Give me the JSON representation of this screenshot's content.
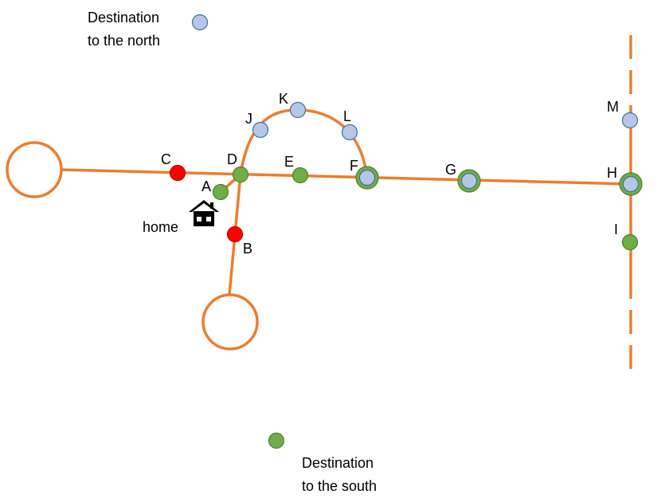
{
  "colors": {
    "road": "#ED7D31",
    "north_dot": "#B4C7E7",
    "south_dot": "#70AD47",
    "blocked_dot": "#FF0000",
    "dot_stroke": "#41719C",
    "green_stroke": "#507E32",
    "red_stroke": "#C00000"
  },
  "legend": {
    "north_line1": "Destination",
    "north_line2": "to the north",
    "south_line1": "Destination",
    "south_line2": "to the south"
  },
  "home_label": "home",
  "home_icon": "house-icon",
  "points": {
    "A": "A",
    "B": "B",
    "C": "C",
    "D": "D",
    "E": "E",
    "F": "F",
    "G": "G",
    "H": "H",
    "I": "I",
    "J": "J",
    "K": "K",
    "L": "L",
    "M": "M"
  }
}
